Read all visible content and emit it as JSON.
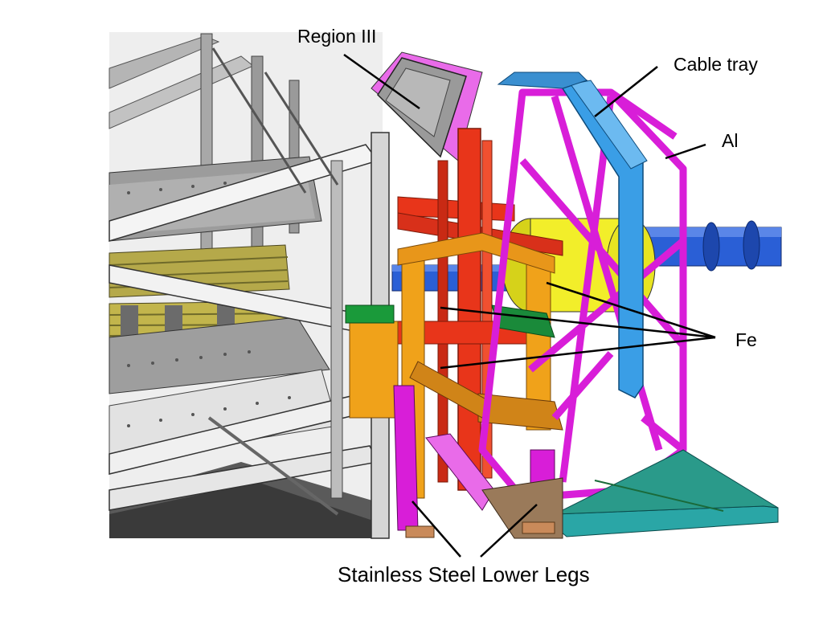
{
  "labels": {
    "region": "Region III",
    "cable_tray": "Cable tray",
    "al": "Al",
    "fe": "Fe",
    "legs": "Stainless Steel Lower Legs"
  },
  "colors": {
    "aluminum_frame": "#d81ed8",
    "cable_tray": "#3a9ee6",
    "iron_yellow": "#f2ee2a",
    "iron_orange": "#f0a21a",
    "red_structure": "#e8351a",
    "beam_pipe": "#2a5fd6",
    "gray_frame": "#8c8c8c",
    "floor_plate": "#2aa6a6",
    "coil_olive": "#b8ad4a"
  },
  "icons": {
    "model": "detector-cad-rendering"
  }
}
